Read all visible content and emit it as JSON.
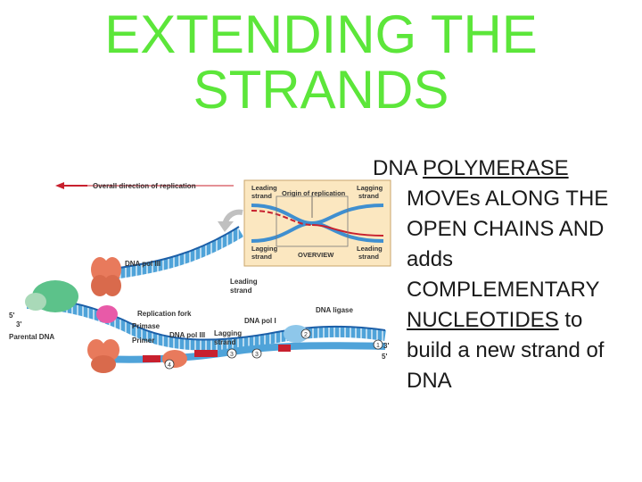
{
  "title": {
    "line1": "EXTENDING THE",
    "line2": "STRANDS"
  },
  "body": {
    "line1_a": "DNA ",
    "line1_b": "POLYMERASE",
    "line2": "MOVEs ALONG THE",
    "line3": "OPEN CHAINS AND",
    "line4": "adds",
    "line5": "COMPLEMENTARY",
    "line6_a": "NUCLEOTIDES",
    "line6_b": " to",
    "line7": "build a new strand of",
    "line8": "DNA"
  },
  "diagram": {
    "overall_direction": "Overall direction of replication",
    "overview": {
      "leading_top_1": "Leading",
      "leading_top_2": "strand",
      "origin": "Origin of replication",
      "lagging_top_1": "Lagging",
      "lagging_top_2": "strand",
      "lagging_bottom_1": "Lagging",
      "lagging_bottom_2": "strand",
      "overview_label": "OVERVIEW",
      "leading_bottom_1": "Leading",
      "leading_bottom_2": "strand"
    },
    "labels": {
      "dna_pol_iii_top": "DNA pol III",
      "leading_strand_1": "Leading",
      "leading_strand_2": "strand",
      "replication_fork": "Replication fork",
      "primase": "Primase",
      "primer": "Primer",
      "dna_pol_iii_bottom": "DNA pol III",
      "dna_pol_i": "DNA pol I",
      "lagging_strand_1": "Lagging",
      "lagging_strand_2": "strand",
      "dna_ligase": "DNA ligase",
      "parental_dna": "Parental DNA",
      "five_prime_left": "5'",
      "three_prime_left": "3'",
      "three_prime_right": "3'",
      "five_prime_right": "5'",
      "step_1": "1",
      "step_2": "2",
      "step_3a": "3",
      "step_3b": "3",
      "step_4": "4"
    }
  },
  "colors": {
    "title": "#5ce63a",
    "strand_blue": "#4fa3d9",
    "strand_dark": "#1c5fa8",
    "rna_primer": "#c8202e",
    "enzyme_orange": "#e87a5c",
    "primase_pink": "#e85aa8",
    "helicase_green": "#5cc28a",
    "overview_bg": "#fbe7c0"
  }
}
